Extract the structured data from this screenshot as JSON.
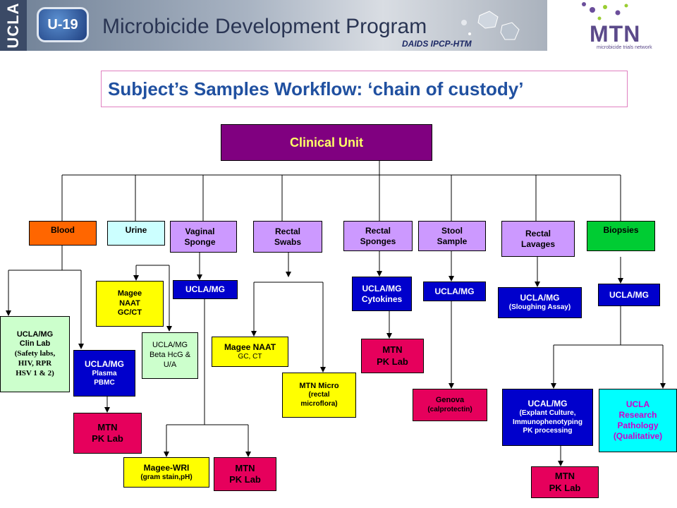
{
  "header": {
    "ucla_label": "UCLA",
    "u19_label": "U-19",
    "program_title": "Microbicide Development Program",
    "program_subtitle": "DAIDS IPCP-HTM",
    "mtn_logo_text": "MTN",
    "mtn_logo_tagline": "microbicide trials network"
  },
  "title": "Subject’s Samples Workflow: ‘chain of custody’",
  "colors": {
    "purple": "#800080",
    "orange": "#ff6600",
    "light_cyan": "#ccffff",
    "lavender": "#cc99ff",
    "green": "#00cc33",
    "mint": "#ccffcc",
    "yellow": "#ffff00",
    "blue": "#0000cc",
    "magenta_red": "#e6005c",
    "cyan": "#00ffff"
  },
  "nodes": {
    "clinical_unit": "Clinical Unit",
    "blood": "Blood",
    "urine": "Urine",
    "vaginal_sponge": "Vaginal Sponge",
    "rectal_swabs": "Rectal Swabs",
    "rectal_sponges": "Rectal Sponges",
    "stool_sample": "Stool Sample",
    "rectal_lavages": "Rectal Lavages",
    "biopsies": "Biopsies",
    "ucla_clin_lab": [
      "UCLA/MG",
      "Clin Lab",
      "(Safety labs,",
      "HIV, RPR",
      "HSV 1 & 2)"
    ],
    "ucla_plasma": [
      "UCLA/MG",
      "Plasma",
      "PBMC"
    ],
    "blood_mtn_pk": [
      "MTN",
      "PK Lab"
    ],
    "magee_naat_urine": [
      "Magee",
      "NAAT",
      "GC/CT"
    ],
    "ucla_beta_hcg": [
      "UCLA/MG",
      "Beta HcG &",
      "U/A"
    ],
    "vaginal_ucla": "UCLA/MG",
    "magee_wri": [
      "Magee-WRI",
      "(gram stain,pH)"
    ],
    "vaginal_mtn_pk": [
      "MTN",
      "PK Lab"
    ],
    "magee_naat_swab": [
      "Magee NAAT",
      "GC, CT"
    ],
    "mtn_micro": [
      "MTN Micro",
      "(rectal",
      "microflora)"
    ],
    "ucla_cytokines": [
      "UCLA/MG",
      "Cytokines"
    ],
    "sponge_mtn_pk": [
      "MTN",
      "PK Lab"
    ],
    "stool_ucla": "UCLA/MG",
    "genova": [
      "Genova",
      "(calprotectin)"
    ],
    "ucla_sloughing": [
      "UCLA/MG",
      "(Sloughing Assay)"
    ],
    "biopsy_ucla": "UCLA/MG",
    "ucal_explant": [
      "UCAL/MG",
      "(Explant Culture,",
      "Immunophenotyping",
      "PK processing"
    ],
    "ucla_pathology": [
      "UCLA",
      "Research",
      "Pathology",
      "(Qualitative)"
    ],
    "biopsy_mtn_pk": [
      "MTN",
      "PK Lab"
    ]
  }
}
